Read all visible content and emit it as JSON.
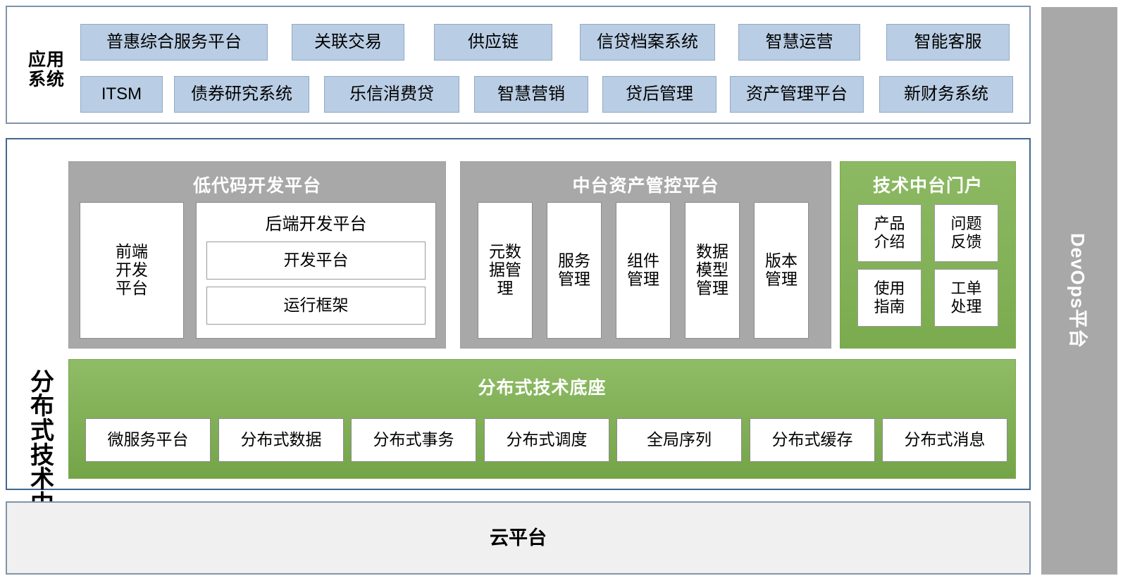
{
  "app_systems": {
    "label": "应用\n系统",
    "label_line1": "应用",
    "label_line2": "系统",
    "row1": [
      {
        "name": "普惠综合服务平台"
      },
      {
        "name": "关联交易"
      },
      {
        "name": "供应链"
      },
      {
        "name": "信贷档案系统"
      },
      {
        "name": "智慧运营"
      },
      {
        "name": "智能客服"
      }
    ],
    "row2": [
      {
        "name": "ITSM"
      },
      {
        "name": "债券研究系统"
      },
      {
        "name": "乐信消费贷"
      },
      {
        "name": "智慧营销"
      },
      {
        "name": "贷后管理"
      },
      {
        "name": "资产管理平台"
      },
      {
        "name": "新财务系统"
      }
    ]
  },
  "dist_platform": {
    "side_label": "分布式技术中台",
    "low_code": {
      "title": "低代码开发平台",
      "frontend": {
        "label_lines": [
          "前端",
          "开发",
          "平台"
        ]
      },
      "backend": {
        "title": "后端开发平台",
        "items": [
          {
            "name": "开发平台"
          },
          {
            "name": "运行框架"
          }
        ]
      }
    },
    "asset_control": {
      "title": "中台资产管控平台",
      "items": [
        {
          "lines": [
            "元数",
            "据管",
            "理"
          ]
        },
        {
          "lines": [
            "服务",
            "管理"
          ]
        },
        {
          "lines": [
            "组件",
            "管理"
          ]
        },
        {
          "lines": [
            "数据",
            "模型",
            "管理"
          ]
        },
        {
          "lines": [
            "版本",
            "管理"
          ]
        }
      ]
    },
    "portal": {
      "title": "技术中台门户",
      "items": [
        {
          "lines": [
            "产品",
            "介绍"
          ]
        },
        {
          "lines": [
            "问题",
            "反馈"
          ]
        },
        {
          "lines": [
            "使用",
            "指南"
          ]
        },
        {
          "lines": [
            "工单",
            "处理"
          ]
        }
      ]
    },
    "tech_base": {
      "title": "分布式技术底座",
      "items": [
        {
          "name": "微服务平台"
        },
        {
          "name": "分布式数据"
        },
        {
          "name": "分布式事务"
        },
        {
          "name": "分布式调度"
        },
        {
          "name": "全局序列"
        },
        {
          "name": "分布式缓存"
        },
        {
          "name": "分布式消息"
        }
      ]
    }
  },
  "cloud_platform": {
    "title": "云平台"
  },
  "devops": {
    "title": "DevOps平台"
  },
  "colors": {
    "app_box_fill": "#b9cde4",
    "app_box_border": "#93a9c4",
    "outer_border_blue": "#41678f",
    "outer_border_gray": "#8094a8",
    "panel_gray": "#a8a8a8",
    "green": "#7bab4e",
    "green_light": "#8fbc66",
    "cloud_fill": "#f0f0f0",
    "card_border": "#8c8c8c"
  }
}
